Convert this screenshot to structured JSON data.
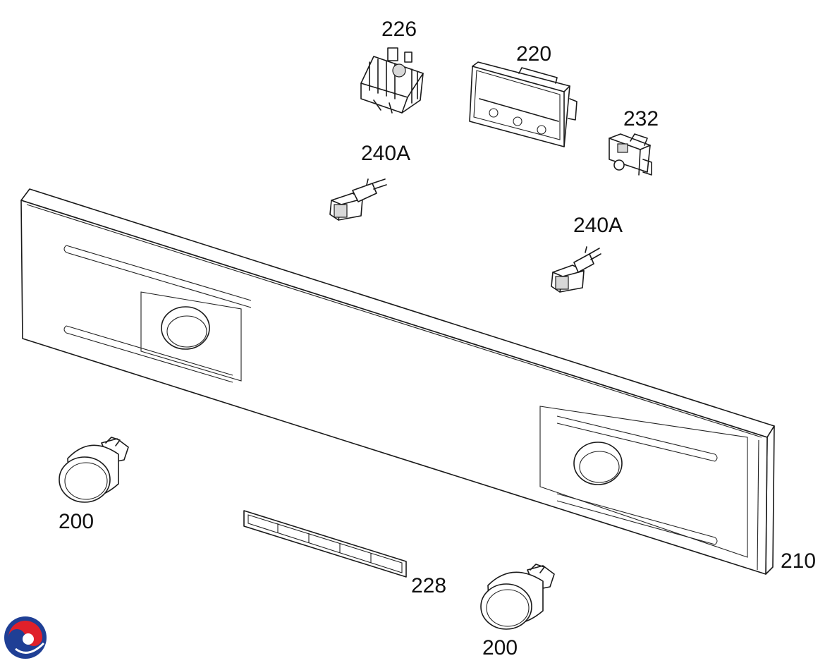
{
  "labels": {
    "p226": "226",
    "p220": "220",
    "p232": "232",
    "p240a_top": "240A",
    "p240a_right": "240A",
    "p200_left": "200",
    "p200_bottom": "200",
    "p228": "228",
    "p210": "210"
  },
  "colors": {
    "logo_blue": "#1f3f95",
    "logo_red": "#e0202a",
    "line": "#1a1a1a"
  },
  "icons": {
    "logo": "brand-swirl-logo"
  }
}
